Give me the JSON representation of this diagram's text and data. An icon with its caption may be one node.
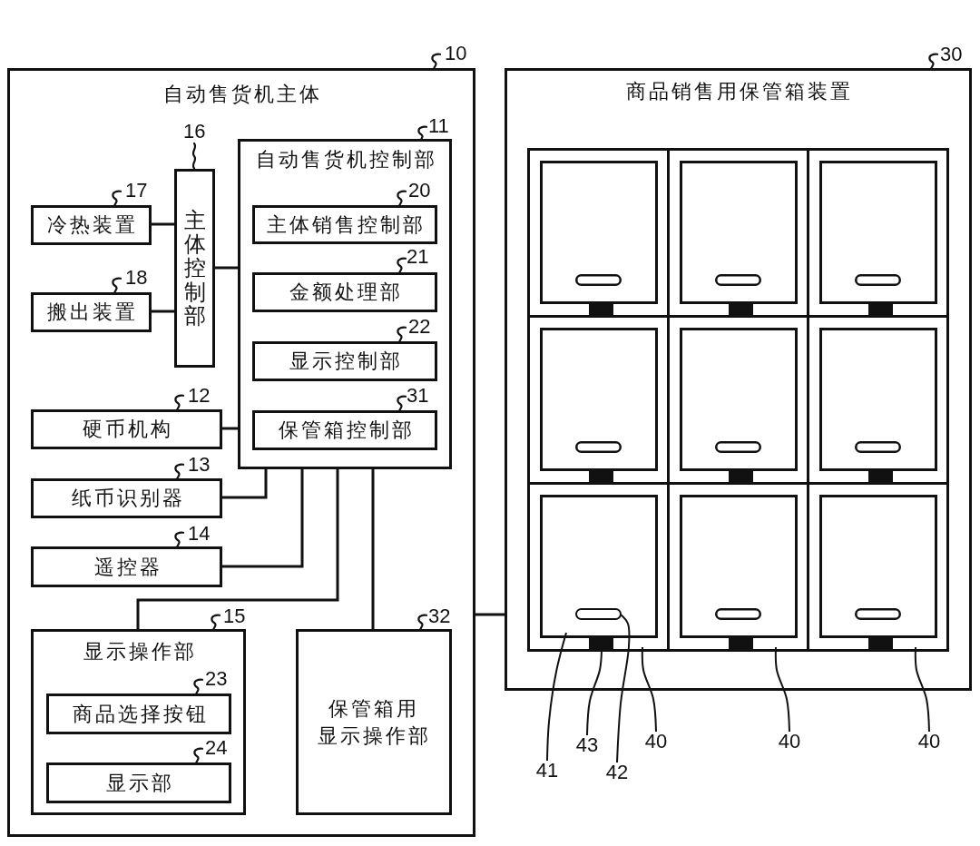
{
  "diagram": {
    "nodes": [
      {
        "text": [
          "自动售货机主体"
        ],
        "beside": [
          "10"
        ]
      },
      {
        "text": [
          "主体控制部"
        ],
        "in": 0,
        "beside": [
          "16"
        ]
      },
      {
        "text": [
          "自动售货机控制部"
        ],
        "in": 0,
        "beside": [
          "11"
        ]
      },
      {
        "text": [
          "主体销售控制部"
        ],
        "in": 2,
        "beside": [
          "20"
        ]
      },
      {
        "text": [
          "金额处理部"
        ],
        "in": 2,
        "beside": [
          "21"
        ]
      },
      {
        "text": [
          "显示控制部"
        ],
        "in": 2,
        "beside": [
          "22"
        ]
      },
      {
        "text": [
          "保管箱控制部"
        ],
        "in": 2,
        "beside": [
          "31"
        ]
      },
      {
        "text": [
          "冷热装置"
        ],
        "in": 0,
        "beside": [
          "17"
        ]
      },
      {
        "text": [
          "搬出装置"
        ],
        "in": 0,
        "beside": [
          "18"
        ]
      },
      {
        "text": [
          "硬币机构"
        ],
        "in": 0,
        "beside": [
          "12"
        ]
      },
      {
        "text": [
          "纸币识别器"
        ],
        "in": 0,
        "beside": [
          "13"
        ]
      },
      {
        "text": [
          "遥控器"
        ],
        "in": 0,
        "beside": [
          "14"
        ]
      },
      {
        "text": [
          "显示操作部"
        ],
        "in": 0,
        "beside": [
          "15"
        ]
      },
      {
        "text": [
          "商品选择按钮"
        ],
        "in": 12,
        "beside": [
          "23"
        ]
      },
      {
        "text": [
          "显示部"
        ],
        "in": 12,
        "beside": [
          "24"
        ]
      },
      {
        "text": [
          "保管箱用显示操作部"
        ],
        "in": 0,
        "beside": [
          "32"
        ]
      },
      {
        "text": [
          "商品销售用保管箱装置"
        ],
        "beside": [
          "30"
        ]
      },
      {
        "text": [],
        "shape": "box",
        "in": 16
      },
      {
        "text": [],
        "shape": "box",
        "in": 17
      },
      {
        "text": [],
        "shape": "bar",
        "in": 18
      },
      {
        "text": [],
        "shape": "box",
        "in": 17
      },
      {
        "text": [],
        "shape": "box",
        "in": 16
      },
      {
        "text": [],
        "shape": "box",
        "in": 16
      },
      {
        "text": [
          "41"
        ]
      },
      {
        "text": [
          "43"
        ]
      },
      {
        "text": [
          "42"
        ]
      },
      {
        "text": [
          "40"
        ]
      },
      {
        "text": [
          "40"
        ]
      },
      {
        "text": [
          "40"
        ]
      }
    ],
    "edges": [
      {
        "from": 7,
        "to": 1,
        "arrow": "none"
      },
      {
        "from": 8,
        "to": 1,
        "arrow": "none"
      },
      {
        "from": 1,
        "to": 2,
        "arrow": "none"
      },
      {
        "from": 9,
        "to": 2,
        "arrow": "none"
      },
      {
        "from": 10,
        "to": 2,
        "arrow": "none"
      },
      {
        "from": 11,
        "to": 2,
        "arrow": "none"
      },
      {
        "from": 12,
        "to": 2,
        "arrow": "none"
      },
      {
        "from": 15,
        "to": 2,
        "arrow": "none"
      },
      {
        "from": 0,
        "to": 16,
        "arrow": "none"
      },
      {
        "from": 23,
        "to": 18,
        "arrow": "none"
      },
      {
        "from": 24,
        "to": 20,
        "arrow": "none"
      },
      {
        "from": 25,
        "to": 19,
        "arrow": "none"
      },
      {
        "from": 26,
        "to": 17,
        "arrow": "none"
      },
      {
        "from": 27,
        "to": 21,
        "arrow": "none"
      },
      {
        "from": 28,
        "to": 22,
        "arrow": "none"
      }
    ]
  }
}
